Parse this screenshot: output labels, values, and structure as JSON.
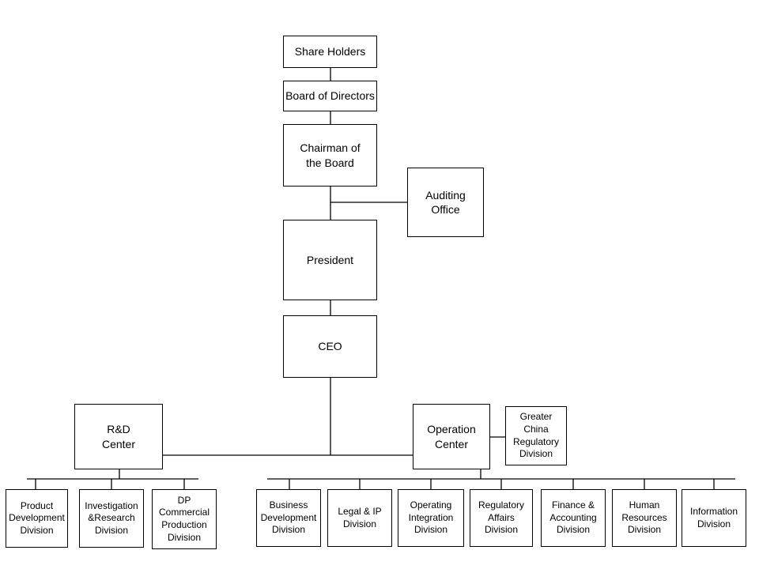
{
  "org_chart": {
    "share_holders": "Share Holders",
    "board_of_directors": "Board of Directors",
    "chairman": "Chairman of\nthe Board",
    "auditing_office": "Auditing\nOffice",
    "president": "President",
    "ceo": "CEO",
    "rd_center": "R&D\nCenter",
    "operation_center": "Operation\nCenter",
    "greater_china": "Greater\nChina\nRegulatory\nDivision",
    "rd_divisions": [
      "Product\nDevelopment\nDivision",
      "Investigation\n&Research\nDivision",
      "DP\nCommercial\nProduction\nDivision"
    ],
    "operation_divisions": [
      "Business\nDevelopment\nDivision",
      "Legal & IP\nDivision",
      "Operating\nIntegration\nDivision",
      "Regulatory\nAffairs\nDivision",
      "Finance &\nAccounting\nDivision",
      "Human\nResources\nDivision",
      "Information\nDivision"
    ]
  }
}
